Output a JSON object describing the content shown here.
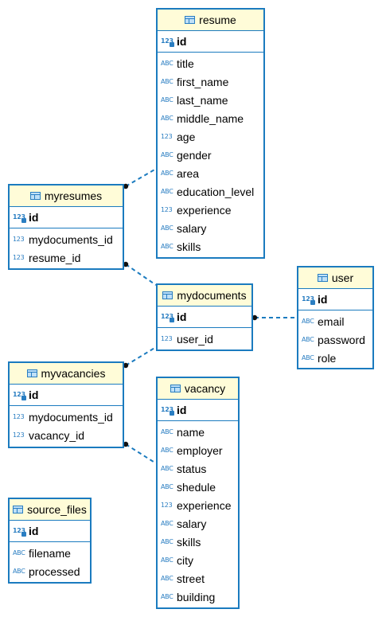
{
  "colors": {
    "border": "#1b7bbf",
    "header_bg": "#fffcd8",
    "icon": "#2a7ec2"
  },
  "entities": {
    "resume": {
      "name": "resume",
      "pk": {
        "type": "123",
        "name": "id"
      },
      "columns": [
        {
          "type": "ABC",
          "name": "title"
        },
        {
          "type": "ABC",
          "name": "first_name"
        },
        {
          "type": "ABC",
          "name": "last_name"
        },
        {
          "type": "ABC",
          "name": "middle_name"
        },
        {
          "type": "123",
          "name": "age"
        },
        {
          "type": "ABC",
          "name": "gender"
        },
        {
          "type": "ABC",
          "name": "area"
        },
        {
          "type": "ABC",
          "name": "education_level"
        },
        {
          "type": "123",
          "name": "experience"
        },
        {
          "type": "ABC",
          "name": "salary"
        },
        {
          "type": "ABC",
          "name": "skills"
        }
      ]
    },
    "myresumes": {
      "name": "myresumes",
      "pk": {
        "type": "123",
        "name": "id"
      },
      "columns": [
        {
          "type": "123",
          "name": "mydocuments_id"
        },
        {
          "type": "123",
          "name": "resume_id"
        }
      ]
    },
    "mydocuments": {
      "name": "mydocuments",
      "pk": {
        "type": "123",
        "name": "id"
      },
      "columns": [
        {
          "type": "123",
          "name": "user_id"
        }
      ]
    },
    "user": {
      "name": "user",
      "pk": {
        "type": "123",
        "name": "id"
      },
      "columns": [
        {
          "type": "ABC",
          "name": "email"
        },
        {
          "type": "ABC",
          "name": "password"
        },
        {
          "type": "ABC",
          "name": "role"
        }
      ]
    },
    "myvacancies": {
      "name": "myvacancies",
      "pk": {
        "type": "123",
        "name": "id"
      },
      "columns": [
        {
          "type": "123",
          "name": "mydocuments_id"
        },
        {
          "type": "123",
          "name": "vacancy_id"
        }
      ]
    },
    "vacancy": {
      "name": "vacancy",
      "pk": {
        "type": "123",
        "name": "id"
      },
      "columns": [
        {
          "type": "ABC",
          "name": "name"
        },
        {
          "type": "ABC",
          "name": "employer"
        },
        {
          "type": "ABC",
          "name": "status"
        },
        {
          "type": "ABC",
          "name": "shedule"
        },
        {
          "type": "123",
          "name": "experience"
        },
        {
          "type": "ABC",
          "name": "salary"
        },
        {
          "type": "ABC",
          "name": "skills"
        },
        {
          "type": "ABC",
          "name": "city"
        },
        {
          "type": "ABC",
          "name": "street"
        },
        {
          "type": "ABC",
          "name": "building"
        }
      ]
    },
    "source_files": {
      "name": "source_files",
      "pk": {
        "type": "123",
        "name": "id"
      },
      "columns": [
        {
          "type": "ABC",
          "name": "filename"
        },
        {
          "type": "ABC",
          "name": "processed"
        }
      ]
    }
  },
  "relations": [
    {
      "from": "myresumes",
      "to": "resume"
    },
    {
      "from": "myresumes",
      "to": "mydocuments"
    },
    {
      "from": "mydocuments",
      "to": "user"
    },
    {
      "from": "myvacancies",
      "to": "mydocuments"
    },
    {
      "from": "myvacancies",
      "to": "vacancy"
    }
  ]
}
